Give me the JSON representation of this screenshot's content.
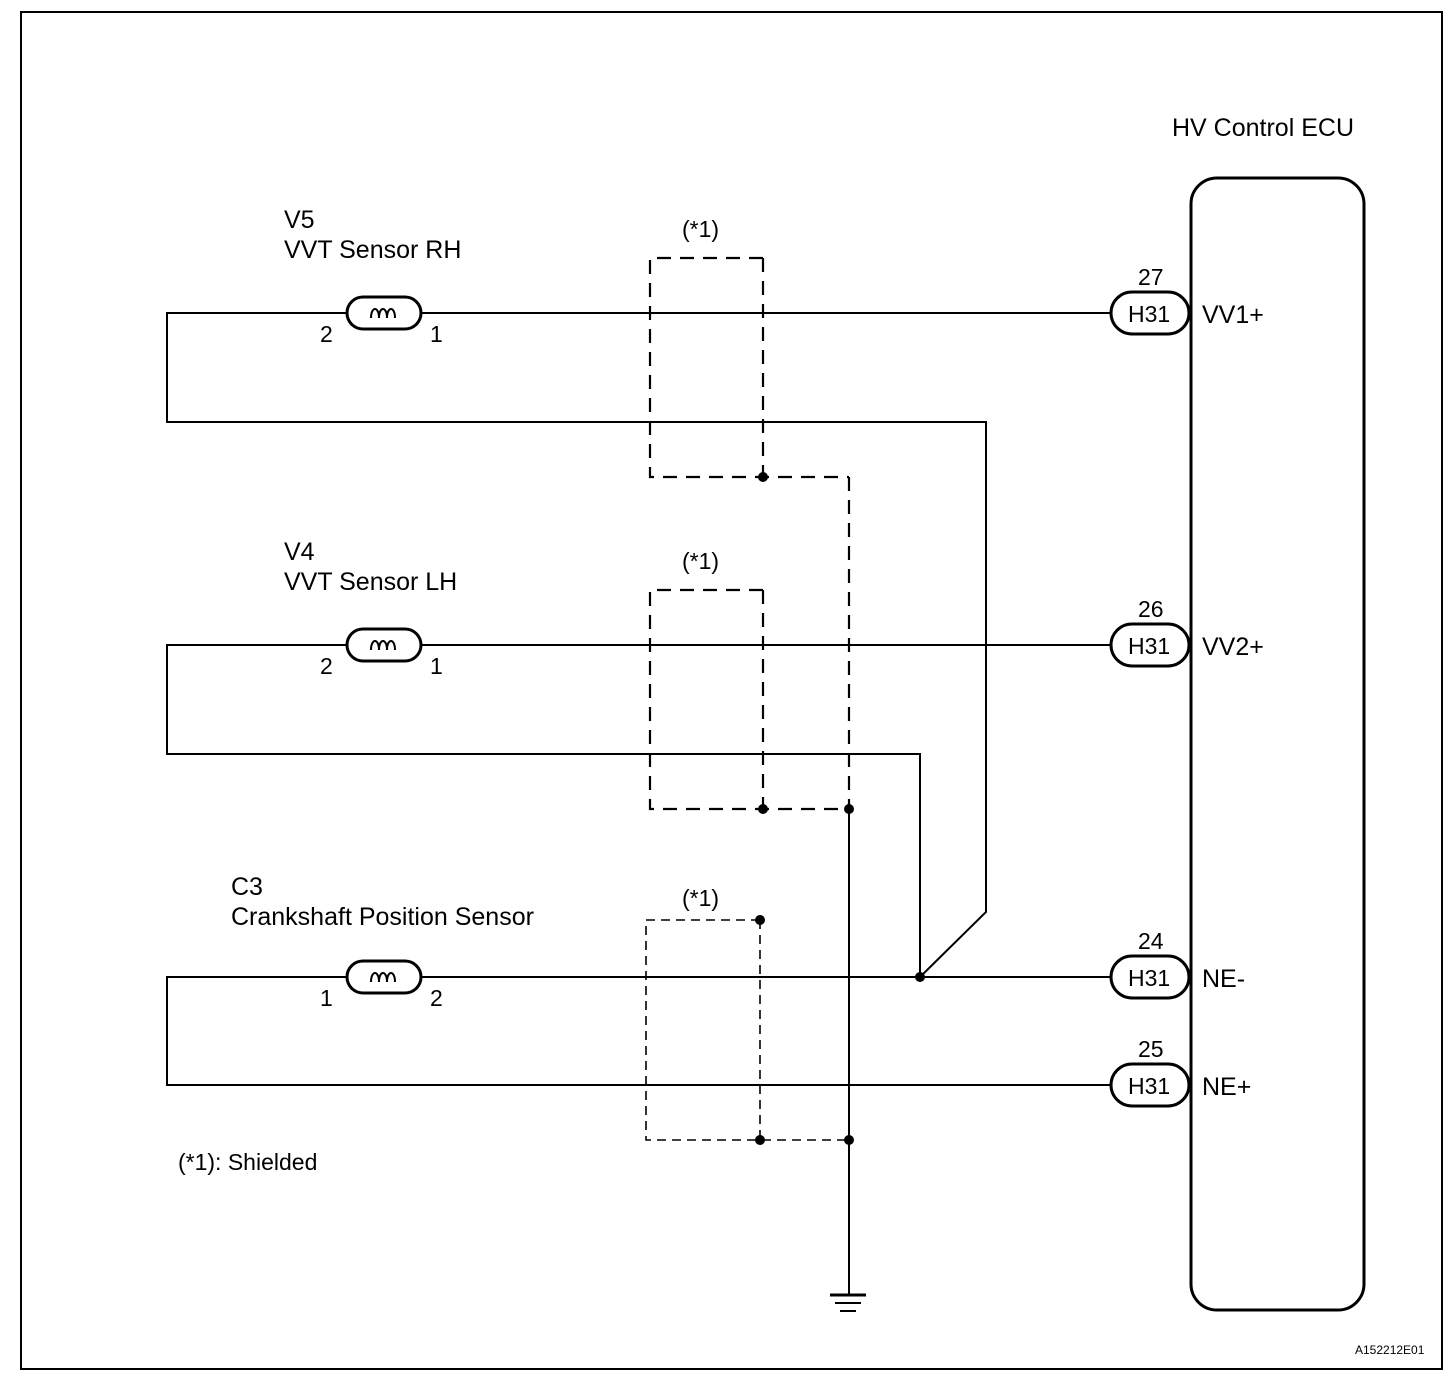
{
  "ecu": {
    "title": "HV Control ECU"
  },
  "sensors": [
    {
      "code": "V5",
      "name": "VVT Sensor RH",
      "pin_left": "2",
      "pin_right": "1"
    },
    {
      "code": "V4",
      "name": "VVT Sensor LH",
      "pin_left": "2",
      "pin_right": "1"
    },
    {
      "code": "C3",
      "name": "Crankshaft Position Sensor",
      "pin_left": "1",
      "pin_right": "2"
    }
  ],
  "connectors": [
    {
      "connector": "H31",
      "pin": "27",
      "signal": "VV1+"
    },
    {
      "connector": "H31",
      "pin": "26",
      "signal": "VV2+"
    },
    {
      "connector": "H31",
      "pin": "24",
      "signal": "NE-"
    },
    {
      "connector": "H31",
      "pin": "25",
      "signal": "NE+"
    }
  ],
  "shield_marks": [
    "(*1)",
    "(*1)",
    "(*1)"
  ],
  "legend": "(*1): Shielded",
  "reference": "A152212E01"
}
